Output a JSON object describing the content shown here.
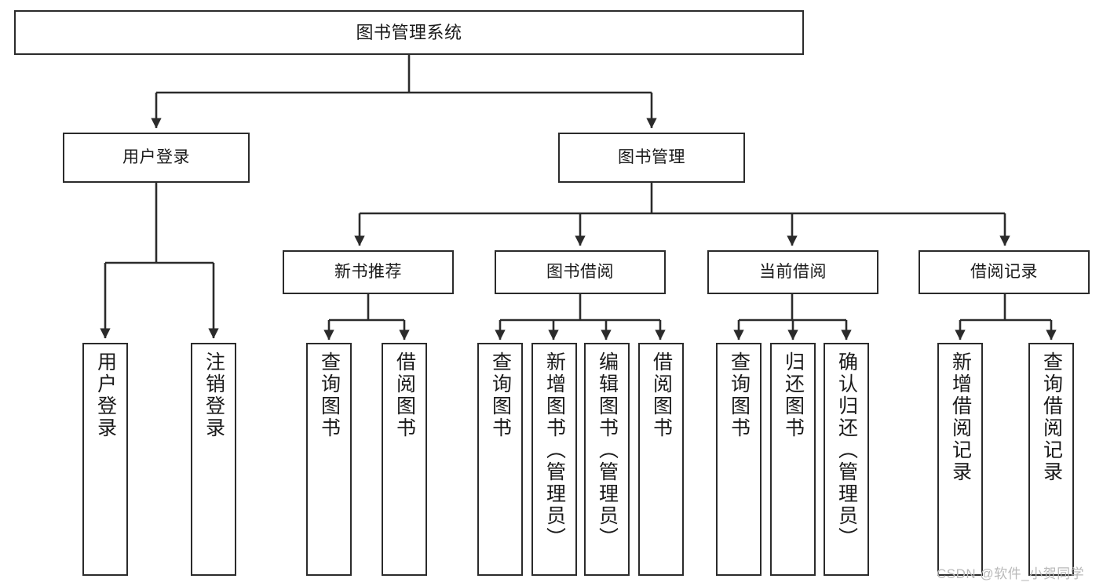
{
  "diagram": {
    "title": "图书管理系统",
    "type": "功能结构图",
    "watermark": "CSDN @软件_小贺同学",
    "colors": {
      "stroke": "#2b2b2b",
      "fill": "#ffffff",
      "text": "#1a1a1a",
      "watermark": "#b9b9b9"
    },
    "levels": {
      "root": {
        "label": "图书管理系统"
      },
      "level2": [
        {
          "label": "用户登录"
        },
        {
          "label": "图书管理"
        }
      ],
      "level3": [
        {
          "label": "新书推荐"
        },
        {
          "label": "图书借阅"
        },
        {
          "label": "当前借阅"
        },
        {
          "label": "借阅记录"
        }
      ],
      "leaves": {
        "user_login": [
          {
            "label": "用户登录"
          },
          {
            "label": "注销登录"
          }
        ],
        "new_book": [
          {
            "label": "查询图书"
          },
          {
            "label": "借阅图书"
          }
        ],
        "book_borrow": [
          {
            "label": "查询图书"
          },
          {
            "label": "新增图书（管理员）"
          },
          {
            "label": "编辑图书（管理员）"
          },
          {
            "label": "借阅图书"
          }
        ],
        "current_borrow": [
          {
            "label": "查询图书"
          },
          {
            "label": "归还图书"
          },
          {
            "label": "确认归还（管理员）"
          }
        ],
        "borrow_record": [
          {
            "label": "新增借阅记录"
          },
          {
            "label": "查询借阅记录"
          }
        ]
      }
    }
  }
}
